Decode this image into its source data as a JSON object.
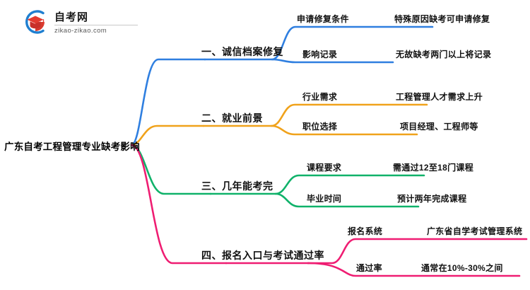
{
  "logo": {
    "name_cn": "自考网",
    "domain": "zikao-zikao.com",
    "mark_icon": "graduation-cap-icon"
  },
  "mindmap": {
    "root": {
      "label": "广东自考工程管理专业缺考影响"
    },
    "colors": {
      "branch_1": "#2f7fe0",
      "branch_2": "#f0a21b",
      "branch_3": "#10b26a",
      "branch_4": "#ef1d72",
      "text": "#111111"
    },
    "branches": [
      {
        "label": "一、诚信档案修复",
        "color": "#2f7fe0",
        "children": [
          {
            "label": "申请修复条件",
            "detail": "特殊原因缺考可申请修复"
          },
          {
            "label": "影响记录",
            "detail": "无故缺考两门以上将记录"
          }
        ]
      },
      {
        "label": "二、就业前景",
        "color": "#f0a21b",
        "children": [
          {
            "label": "行业需求",
            "detail": "工程管理人才需求上升"
          },
          {
            "label": "职位选择",
            "detail": "项目经理、工程师等"
          }
        ]
      },
      {
        "label": "三、几年能考完",
        "color": "#10b26a",
        "children": [
          {
            "label": "课程要求",
            "detail": "需通过12至18门课程"
          },
          {
            "label": "毕业时间",
            "detail": "预计两年完成课程"
          }
        ]
      },
      {
        "label": "四、报名入口与考试通过率",
        "color": "#ef1d72",
        "children": [
          {
            "label": "报名系统",
            "detail": "广东省自学考试管理系统"
          },
          {
            "label": "通过率",
            "detail": "通常在10%-30%之间"
          }
        ]
      }
    ]
  }
}
